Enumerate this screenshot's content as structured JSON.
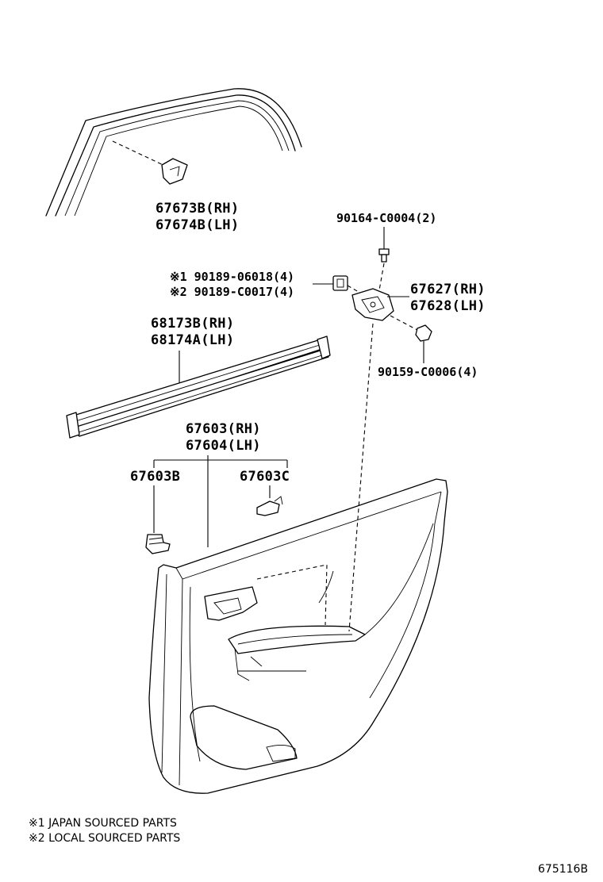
{
  "labels": {
    "molding_rh": "67673B(RH)",
    "molding_lh": "67674B(LH)",
    "screw_top": "90164-C0004(2)",
    "clip_note1": "※1 90189-06018(4)",
    "clip_note2": "※2 90189-C0017(4)",
    "bracket_rh": "67627(RH)",
    "bracket_lh": "67628(LH)",
    "weatherstrip_rh": "68173B(RH)",
    "weatherstrip_lh": "68174A(LH)",
    "screw_bottom": "90159-C0006(4)",
    "trim_rh": "67603(RH)",
    "trim_lh": "67604(LH)",
    "clip_b": "67603B",
    "clip_c": "67603C"
  },
  "footnotes": [
    "※1 JAPAN SOURCED PARTS",
    "※2 LOCAL SOURCED PARTS"
  ],
  "figure_id": "675116B"
}
